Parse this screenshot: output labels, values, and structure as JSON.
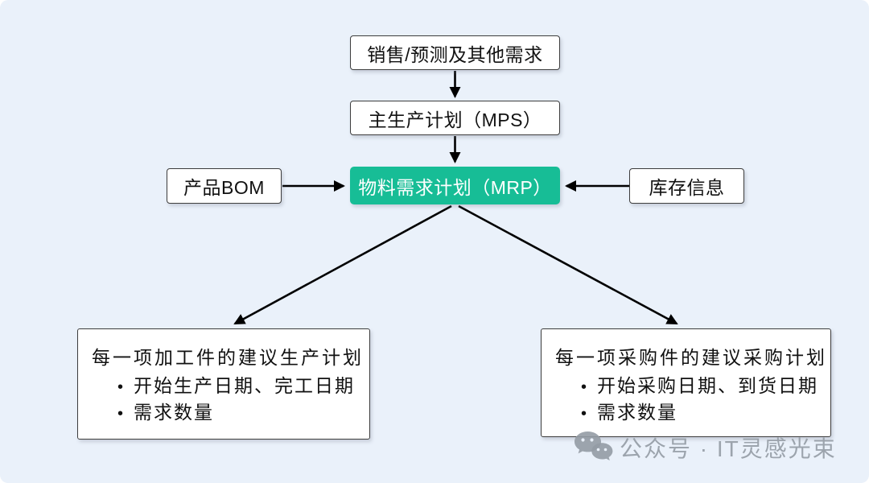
{
  "diagram": {
    "nodes": {
      "sales": {
        "label": "销售/预测及其他需求"
      },
      "mps": {
        "label": "主生产计划（MPS）"
      },
      "mrp": {
        "label": "物料需求计划（MRP）"
      },
      "bom": {
        "label": "产品BOM"
      },
      "inventory": {
        "label": "库存信息"
      },
      "production_plan": {
        "title": "每一项加工件的建议生产计划",
        "items": [
          "开始生产日期、完工日期",
          "需求数量"
        ]
      },
      "purchase_plan": {
        "title": "每一项采购件的建议采购计划",
        "items": [
          "开始采购日期、到货日期",
          "需求数量"
        ]
      }
    },
    "edges": [
      "sales -> mps",
      "mps -> mrp",
      "bom -> mrp",
      "inventory -> mrp",
      "mrp -> production_plan",
      "mrp -> purchase_plan"
    ],
    "colors": {
      "background": "#EAF1FA",
      "mrp_fill": "#17BD96",
      "mrp_text": "#FFFFFF",
      "box_fill": "#FFFFFF",
      "box_border": "#3D3D3D",
      "arrow": "#000000",
      "watermark": "#949BA4"
    }
  },
  "watermark": {
    "label": "公众号 · IT灵感光束",
    "icon": "wechat-icon"
  }
}
